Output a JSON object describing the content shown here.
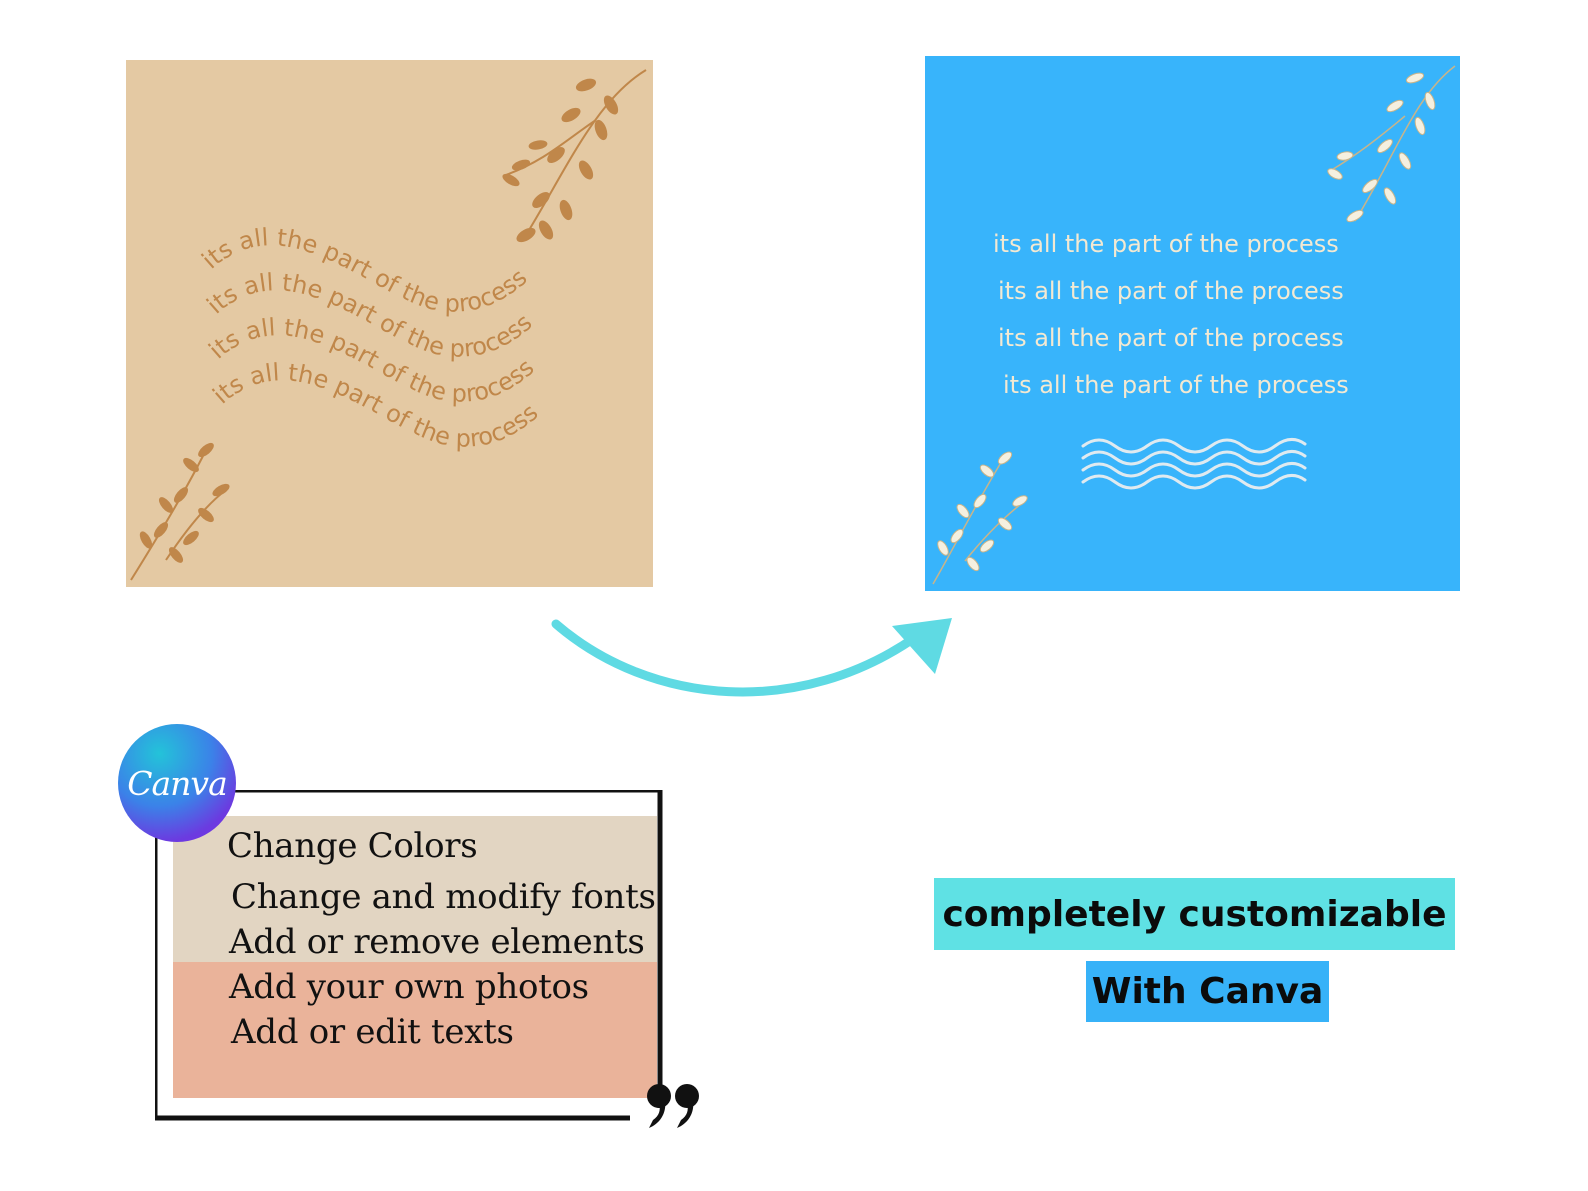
{
  "colors": {
    "before_bg": "#e4c9a3",
    "before_text": "#c0874a",
    "after_bg": "#38b4fb",
    "after_text": "#f3e9d2",
    "arrow": "#5fdae3",
    "badge_custom_bg": "#5fe1e4",
    "badge_canva_bg": "#37b2f8"
  },
  "template_before": {
    "lines": [
      "its all the part of the process",
      "its all the part of the process",
      "its all the part of the process",
      "its all the part of the process"
    ]
  },
  "template_after": {
    "lines": [
      "its all the part of the process",
      "its all the part of the process",
      "its all the part of the process",
      "its all the part of the process"
    ]
  },
  "features": {
    "logo_text": "Canva",
    "items": [
      "Change Colors",
      "Change and modify fonts",
      "Add or remove elements",
      "Add your own photos",
      "Add or edit texts"
    ]
  },
  "badges": {
    "customizable": "completely customizable",
    "with_canva": "With Canva"
  },
  "icons": [
    "leaf-branch-icon",
    "wave-lines-icon",
    "curved-arrow-icon",
    "quote-mark-icon"
  ]
}
